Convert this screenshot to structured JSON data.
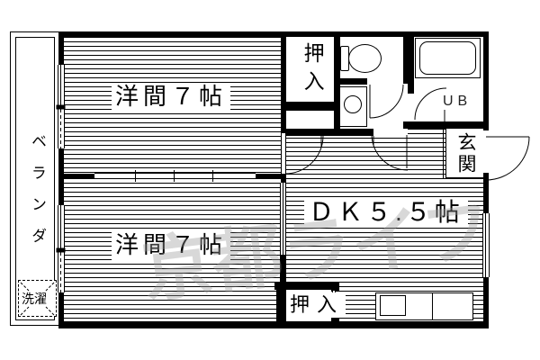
{
  "watermark": "京都ライフ",
  "rooms": {
    "western_room_1": "洋間７帖",
    "western_room_2": "洋間７帖",
    "dining_kitchen": "ＤＫ５.５帖",
    "closet_top": "押入",
    "closet_bottom": "押入",
    "entrance": "玄関",
    "unit_bath": "UB",
    "veranda": "ベランダ",
    "laundry": "洗濯"
  }
}
